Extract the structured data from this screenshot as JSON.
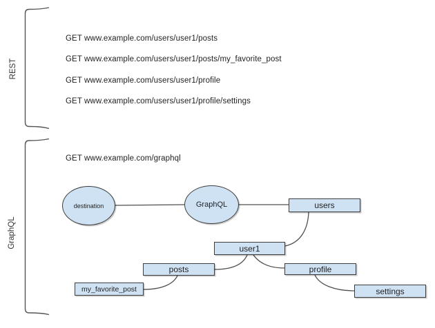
{
  "sections": {
    "rest": {
      "label": "REST",
      "requests": [
        "GET www.example.com/users/user1/posts",
        "GET www.example.com/users/user1/posts/my_favorite_post",
        "GET www.example.com/users/user1/profile",
        "GET www.example.com/users/user1/profile/settings"
      ]
    },
    "graphql": {
      "label": "GraphQL",
      "request": "GET www.example.com/graphql",
      "nodes": {
        "destination": "destination",
        "graphql": "GraphQL",
        "users": "users",
        "user1": "user1",
        "posts": "posts",
        "profile": "profile",
        "my_favorite_post": "my_favorite_post",
        "settings": "settings"
      },
      "edges": [
        "destination-graphql",
        "graphql-users",
        "users-user1",
        "user1-posts",
        "user1-profile",
        "posts-my_favorite_post",
        "profile-settings"
      ]
    }
  },
  "colors": {
    "node_fill": "#cfe2f3",
    "node_border": "#3c3c3c",
    "line": "#4d4d4d",
    "text": "#1f1f1f",
    "bg": "#ffffff"
  }
}
